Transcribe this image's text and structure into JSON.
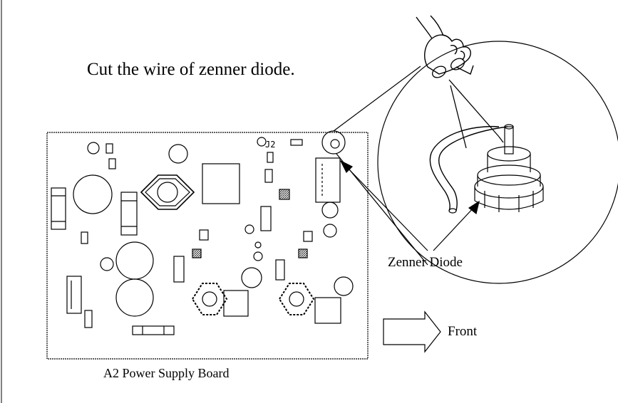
{
  "diagram": {
    "title": "Cut the wire of zenner diode.",
    "callout_label": "Zenner Diode",
    "direction_label": "Front",
    "board_label": "A2 Power Supply Board",
    "connector_label": "J2"
  },
  "colors": {
    "ink": "#000000",
    "background": "#ffffff",
    "hatch": "#444444"
  }
}
